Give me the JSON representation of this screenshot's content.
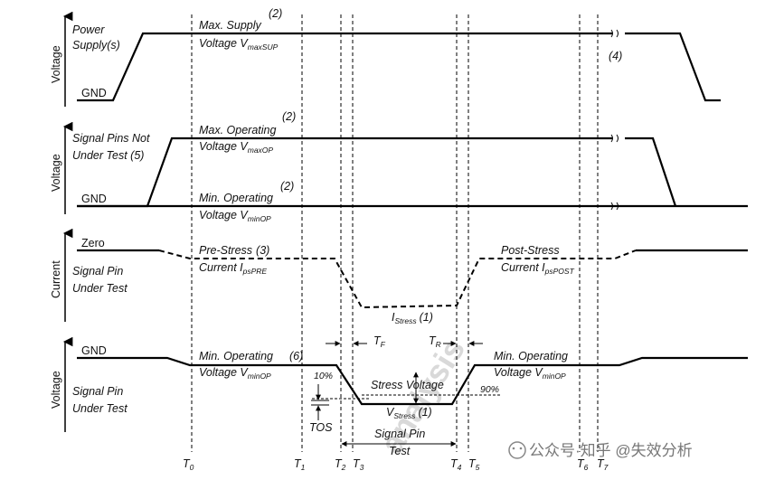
{
  "axes": {
    "voltage": "Voltage",
    "current": "Current"
  },
  "row1": {
    "label_line1": "Power",
    "label_line2": "Supply(s)",
    "gnd": "GND",
    "max_supply_line1": "Max. Supply",
    "max_supply_line2": "Voltage V",
    "max_supply_sub": "maxSUP",
    "note_max": "(2)",
    "note_break": "(4)"
  },
  "row2": {
    "label_line1": "Signal Pins Not",
    "label_line2": "Under Test (5)",
    "gnd": "GND",
    "max_op_line1": "Max. Operating",
    "max_op_line2": "Voltage V",
    "max_op_sub": "maxOP",
    "note_max": "(2)",
    "min_op_line1": "Min. Operating",
    "min_op_line2": "Voltage V",
    "min_op_sub": "minOP",
    "note_min": "(2)"
  },
  "row3": {
    "zero": "Zero",
    "label_line1": "Signal Pin",
    "label_line2": "Under Test",
    "pre_line1": "Pre-Stress",
    "pre_line2": "Current I",
    "pre_sub": "psPRE",
    "pre_note": "(3)",
    "post_line1": "Post-Stress",
    "post_line2": "Current I",
    "post_sub": "psPOST",
    "istress": "I",
    "istress_sub": "Stress",
    "istress_note": "(1)"
  },
  "row4": {
    "gnd": "GND",
    "label_line1": "Signal Pin",
    "label_line2": "Under Test",
    "min_op_line1": "Min. Operating",
    "min_op_line2": "Voltage V",
    "min_op_sub": "minOP",
    "min_op_note": "(6)",
    "min_op_right_line1": "Min. Operating",
    "min_op_right_line2": "Voltage V",
    "min_op_right_sub": "minOP",
    "tf": "T",
    "tf_sub": "F",
    "tr": "T",
    "tr_sub": "R",
    "pct10": "10%",
    "pct90": "90%",
    "stress_voltage": "Stress Voltage",
    "vstress": "V",
    "vstress_sub": "Stress",
    "vstress_note": "(1)",
    "tos": "TOS",
    "signal_pin_test_line1": "Signal Pin",
    "signal_pin_test_line2": "Test"
  },
  "time_markers": [
    {
      "t": "T",
      "sub": "0"
    },
    {
      "t": "T",
      "sub": "1"
    },
    {
      "t": "T",
      "sub": "2"
    },
    {
      "t": "T",
      "sub": "3"
    },
    {
      "t": "T",
      "sub": "4"
    },
    {
      "t": "T",
      "sub": "5"
    },
    {
      "t": "T",
      "sub": "6"
    },
    {
      "t": "T",
      "sub": "7"
    }
  ],
  "watermark": {
    "text": "公众号·知乎 @失效分析",
    "diagonal": "analysis"
  }
}
